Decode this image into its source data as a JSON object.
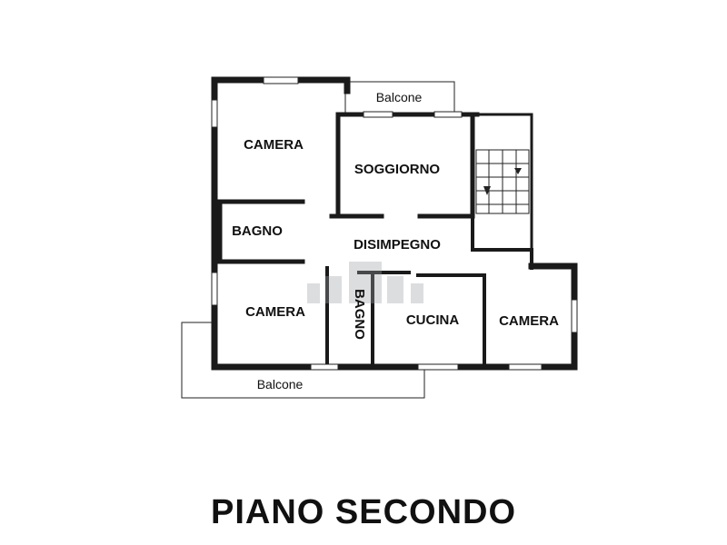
{
  "plan": {
    "title": "PIANO SECONDO",
    "rooms": {
      "camera_top_left": "CAMERA",
      "soggiorno": "SOGGIORNO",
      "bagno_left": "BAGNO",
      "disimpegno": "DISIMPEGNO",
      "camera_bottom_left": "CAMERA",
      "bagno_vertical": "BAGNO",
      "cucina": "CUCINA",
      "camera_right": "CAMERA"
    },
    "balconies": {
      "top": "Balcone",
      "bottom": "Balcone"
    }
  }
}
